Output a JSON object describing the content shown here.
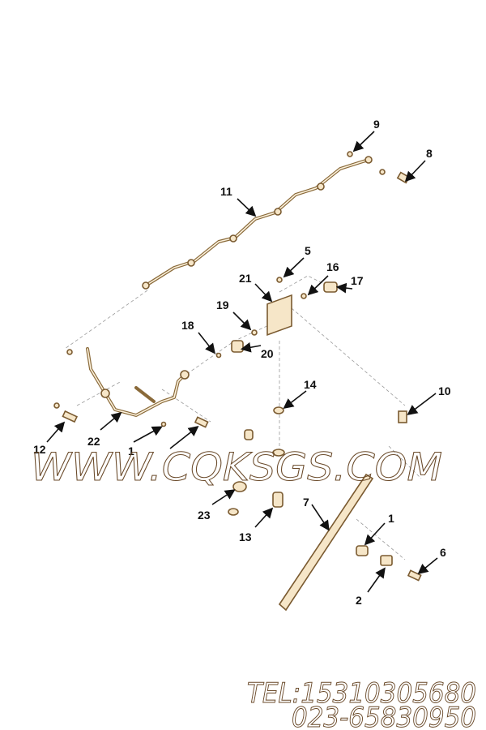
{
  "diagram": {
    "callouts": {
      "c1": "1",
      "c1b": "1",
      "c2": "2",
      "c5": "5",
      "c6": "6",
      "c7": "7",
      "c8": "8",
      "c9": "9",
      "c10": "10",
      "c11": "11",
      "c12": "12",
      "c13": "13",
      "c14": "14",
      "c16": "16",
      "c17": "17",
      "c18": "18",
      "c19": "19",
      "c20": "20",
      "c21": "21",
      "c22": "22",
      "c23": "23"
    },
    "colors": {
      "part_fill": "#f6e6c8",
      "part_stroke": "#7a5a30",
      "label": "#111111"
    }
  },
  "watermark": {
    "site": "WWW.CQKSGS.COM",
    "tel": "TEL:15310305680",
    "phone": "023-65830950"
  }
}
